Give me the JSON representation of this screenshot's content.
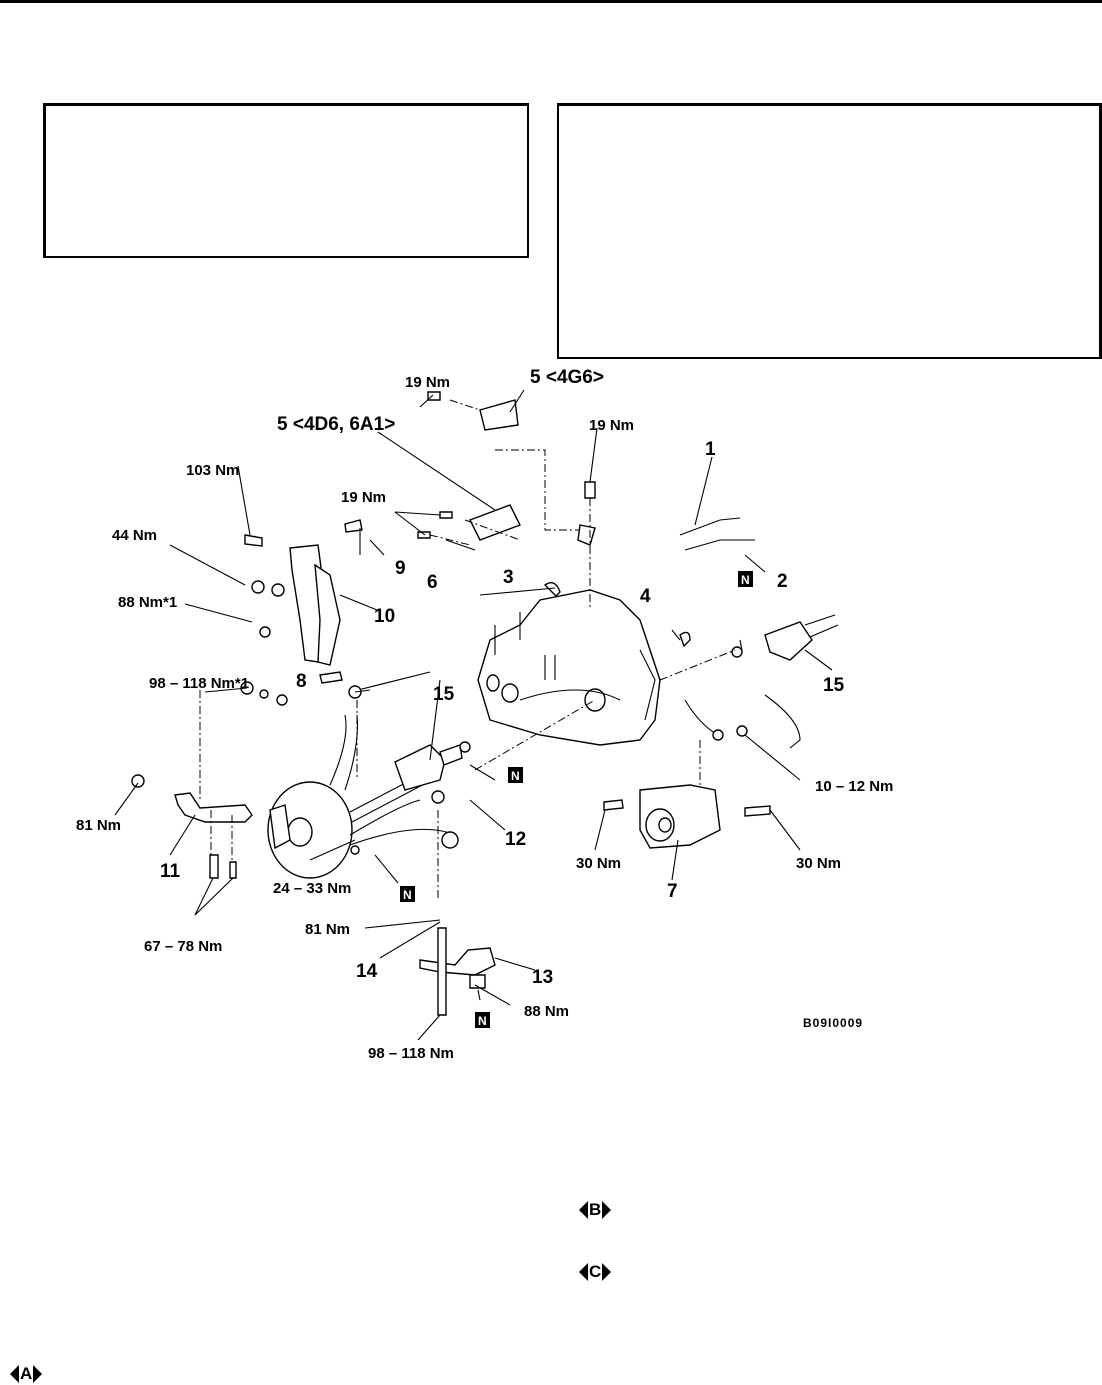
{
  "document": {
    "figure_code": "B09I0009",
    "boxes": {
      "left_text": "",
      "right_text": ""
    },
    "callouts": [
      {
        "id": "1",
        "label": "1"
      },
      {
        "id": "2",
        "label": "2"
      },
      {
        "id": "3",
        "label": "3"
      },
      {
        "id": "4",
        "label": "4"
      },
      {
        "id": "5a",
        "label": "5 <4G6>"
      },
      {
        "id": "5b",
        "label": "5 <4D6, 6A1>"
      },
      {
        "id": "6",
        "label": "6"
      },
      {
        "id": "7",
        "label": "7"
      },
      {
        "id": "8",
        "label": "8"
      },
      {
        "id": "9",
        "label": "9"
      },
      {
        "id": "10",
        "label": "10"
      },
      {
        "id": "11",
        "label": "11"
      },
      {
        "id": "12",
        "label": "12"
      },
      {
        "id": "13",
        "label": "13"
      },
      {
        "id": "14",
        "label": "14"
      },
      {
        "id": "15a",
        "label": "15"
      },
      {
        "id": "15b",
        "label": "15"
      }
    ],
    "torques": [
      {
        "id": "t1",
        "label": "19 Nm"
      },
      {
        "id": "t2",
        "label": "19 Nm"
      },
      {
        "id": "t3",
        "label": "19 Nm"
      },
      {
        "id": "t4",
        "label": "103 Nm"
      },
      {
        "id": "t5",
        "label": "44 Nm"
      },
      {
        "id": "t6",
        "label": "88 Nm*1"
      },
      {
        "id": "t7",
        "label": "98 – 118 Nm*1"
      },
      {
        "id": "t8",
        "label": "81 Nm"
      },
      {
        "id": "t9",
        "label": "67 – 78 Nm"
      },
      {
        "id": "t10",
        "label": "24 – 33 Nm"
      },
      {
        "id": "t11",
        "label": "81 Nm"
      },
      {
        "id": "t12",
        "label": "98 – 118 Nm"
      },
      {
        "id": "t13",
        "label": "88 Nm"
      },
      {
        "id": "t14",
        "label": "10 – 12 Nm"
      },
      {
        "id": "t15",
        "label": "30 Nm"
      },
      {
        "id": "t16",
        "label": "30 Nm"
      }
    ],
    "new_part_badge": "N",
    "markers": {
      "a": "A",
      "b": "B",
      "c": "C"
    }
  }
}
